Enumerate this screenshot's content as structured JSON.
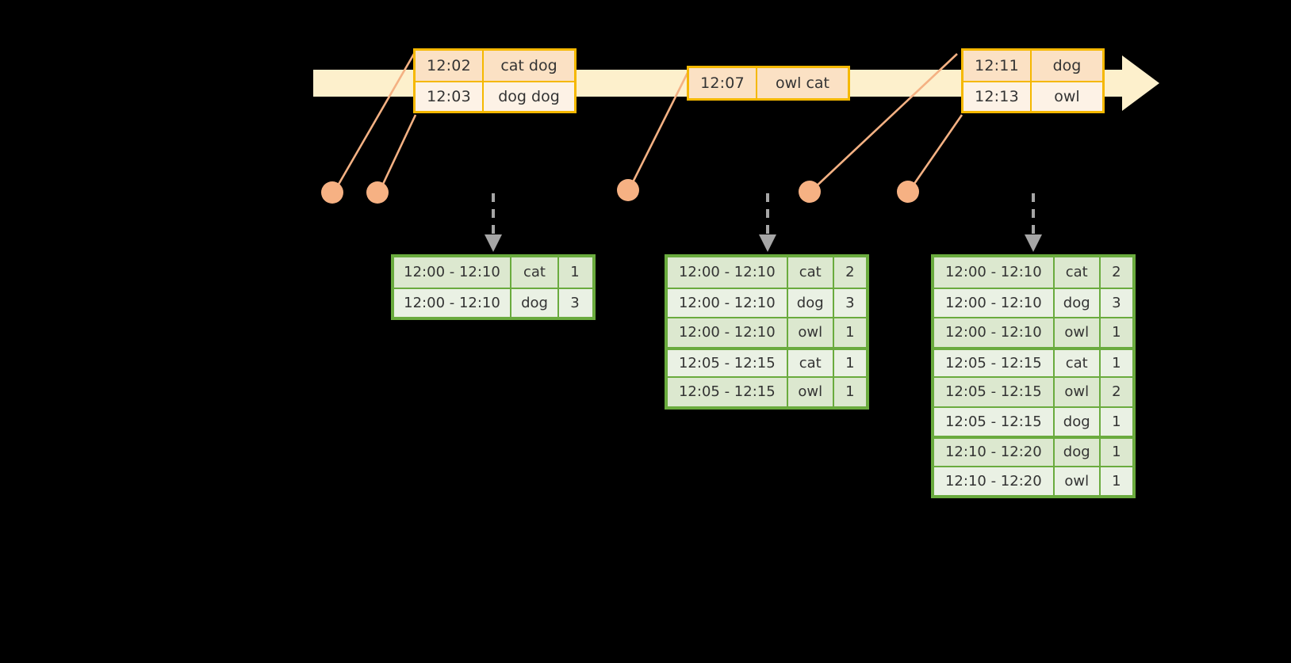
{
  "timeline": {
    "label": "event-stream-timeline",
    "colors": {
      "timeline_fill": "#fdf0cc",
      "event_border": "#f5b800",
      "event_fill_dark": "#fbe1c4",
      "event_fill_light": "#fdf2e6",
      "table_border": "#6aab3e",
      "table_fill_dark": "#dce8cf",
      "table_fill_light": "#eaf1e4",
      "connector": "#f4b183",
      "dot": "#f6b183",
      "arrow": "#a6a6a6",
      "background": "#000000"
    }
  },
  "event_groups": [
    {
      "name": "events-group-1",
      "rows": [
        {
          "time": "12:02",
          "words": "cat dog"
        },
        {
          "time": "12:03",
          "words": "dog dog"
        }
      ]
    },
    {
      "name": "events-group-2",
      "rows": [
        {
          "time": "12:07",
          "words": "owl cat"
        }
      ]
    },
    {
      "name": "events-group-3",
      "rows": [
        {
          "time": "12:11",
          "words": "dog"
        },
        {
          "time": "12:13",
          "words": "owl"
        }
      ]
    }
  ],
  "result_tables": [
    {
      "name": "result-table-1",
      "rows": [
        {
          "window": "12:00 - 12:10",
          "word": "cat",
          "count": "1",
          "group_start": true
        },
        {
          "window": "12:00 - 12:10",
          "word": "dog",
          "count": "3",
          "group_start": false
        }
      ]
    },
    {
      "name": "result-table-2",
      "rows": [
        {
          "window": "12:00 - 12:10",
          "word": "cat",
          "count": "2",
          "group_start": true
        },
        {
          "window": "12:00 - 12:10",
          "word": "dog",
          "count": "3",
          "group_start": false
        },
        {
          "window": "12:00 - 12:10",
          "word": "owl",
          "count": "1",
          "group_start": false
        },
        {
          "window": "12:05 - 12:15",
          "word": "cat",
          "count": "1",
          "group_start": true
        },
        {
          "window": "12:05 - 12:15",
          "word": "owl",
          "count": "1",
          "group_start": false
        }
      ]
    },
    {
      "name": "result-table-3",
      "rows": [
        {
          "window": "12:00 - 12:10",
          "word": "cat",
          "count": "2",
          "group_start": true
        },
        {
          "window": "12:00 - 12:10",
          "word": "dog",
          "count": "3",
          "group_start": false
        },
        {
          "window": "12:00 - 12:10",
          "word": "owl",
          "count": "1",
          "group_start": false
        },
        {
          "window": "12:05 - 12:15",
          "word": "cat",
          "count": "1",
          "group_start": true
        },
        {
          "window": "12:05 - 12:15",
          "word": "owl",
          "count": "2",
          "group_start": false
        },
        {
          "window": "12:05 - 12:15",
          "word": "dog",
          "count": "1",
          "group_start": false
        },
        {
          "window": "12:10 - 12:20",
          "word": "dog",
          "count": "1",
          "group_start": true
        },
        {
          "window": "12:10 - 12:20",
          "word": "owl",
          "count": "1",
          "group_start": false
        }
      ]
    }
  ]
}
